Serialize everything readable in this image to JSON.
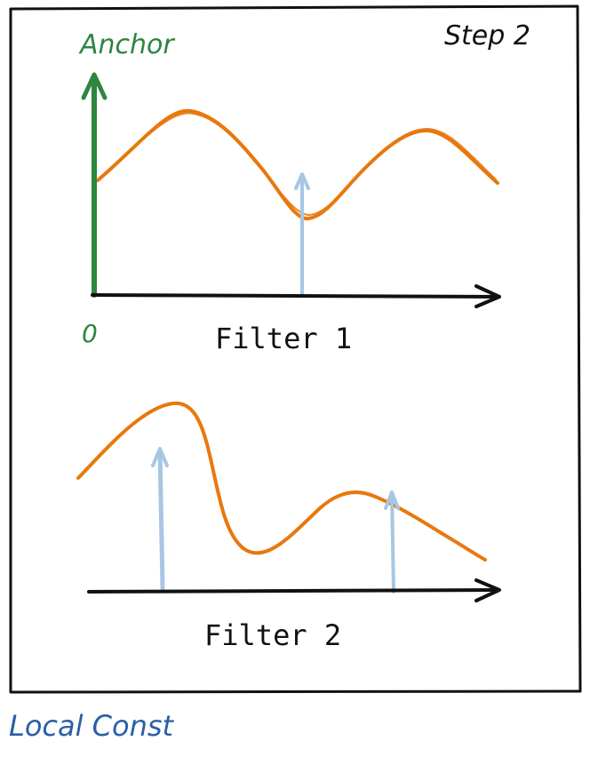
{
  "step_label": "Step 2",
  "anchor_label": "Anchor",
  "origin_label": "0",
  "filter1_label": "Filter 1",
  "filter2_label": "Filter 2",
  "footer_label": "Local Const",
  "colors": {
    "frame": "#111111",
    "curve": "#e8780e",
    "anchor": "#2e8540",
    "arrow": "#a8c6e4",
    "footer": "#2a5ea8",
    "text": "#111111"
  }
}
